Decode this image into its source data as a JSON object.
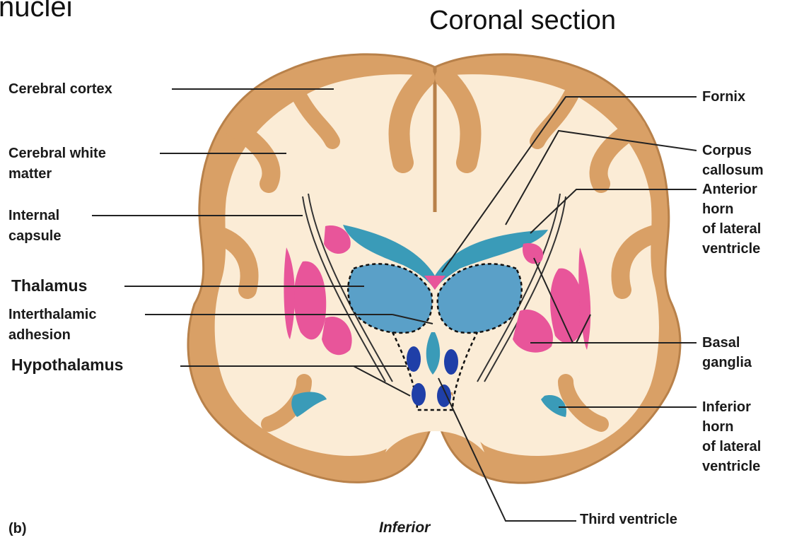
{
  "header": {
    "partial_title": "nuclei",
    "section_title": "Coronal section"
  },
  "labels_left": {
    "cerebral_cortex": "Cerebral cortex",
    "cerebral_white_matter_1": "Cerebral white",
    "cerebral_white_matter_2": "matter",
    "internal_capsule_1": "Internal",
    "internal_capsule_2": "capsule",
    "thalamus": "Thalamus",
    "interthalamic_1": "Interthalamic",
    "interthalamic_2": "adhesion",
    "hypothalamus": "Hypothalamus"
  },
  "labels_right": {
    "fornix": "Fornix",
    "corpus_callosum_1": "Corpus",
    "corpus_callosum_2": "callosum",
    "anterior_horn_1": "Anterior",
    "anterior_horn_2": "horn",
    "anterior_horn_3": "of lateral",
    "anterior_horn_4": "ventricle",
    "basal_ganglia_1": "Basal",
    "basal_ganglia_2": "ganglia",
    "inferior_horn_1": "Inferior",
    "inferior_horn_2": "horn",
    "inferior_horn_3": "of lateral",
    "inferior_horn_4": "ventricle"
  },
  "bottom": {
    "panel_letter": "(b)",
    "orientation": "Inferior",
    "third_ventricle": "Third ventricle"
  },
  "colors": {
    "cortex": "#d9a066",
    "cortex_edge": "#b8814a",
    "white_matter": "#fbecd6",
    "ventricle": "#3a9bb8",
    "thalamus": "#5aa0c8",
    "basal_ganglia": "#e8559a",
    "hypothalamus": "#1f3fa8",
    "line": "#222222"
  }
}
